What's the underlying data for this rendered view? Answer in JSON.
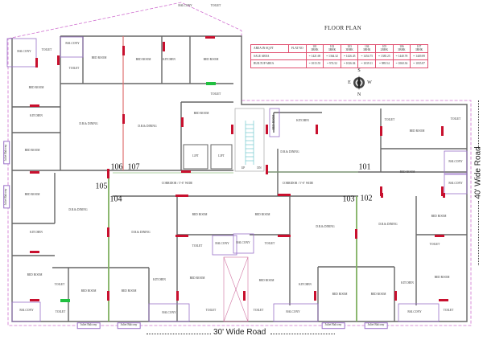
{
  "title": "FLOOR PLAN",
  "area_table": {
    "header_label": "AREA IN SQ.FT",
    "flat_no_label": "FLAT NO",
    "flats": [
      {
        "no": "101",
        "type": "3BHK"
      },
      {
        "no": "102",
        "type": "3BHK"
      },
      {
        "no": "103",
        "type": "3BHK"
      },
      {
        "no": "104",
        "type": "3BHK"
      },
      {
        "no": "105",
        "type": "2BHK"
      },
      {
        "no": "106",
        "type": "3BHK"
      },
      {
        "no": "107",
        "type": "3BHK"
      }
    ],
    "rows": [
      {
        "label": "SALE AREA",
        "values": [
          "= 1421.69",
          "= 1364.32",
          "= 1426.45",
          "= 1454.75",
          "= 1385.25",
          "= 1440.78",
          "= 1449.89"
        ]
      },
      {
        "label": "BUILTUP AREA",
        "values": [
          "= 1015.55",
          "= 974.52",
          "= 1026.04",
          "= 1039.11",
          "= 989.54",
          "= 1060.36",
          "= 1035.87"
        ]
      }
    ]
  },
  "compass": {
    "top": "S",
    "bottom": "N",
    "left": "E",
    "right": "W"
  },
  "flat_numbers": [
    "106",
    "107",
    "105",
    "104",
    "101",
    "103",
    "102"
  ],
  "corridors": [
    "CORRIDOR / 5'-6\" WIDE",
    "CORRIDOR / 5'-6\" WIDE"
  ],
  "roads": {
    "bottom": "30' Wide Road",
    "right": "40' Wide Road"
  },
  "rooms": [
    "BALCONY",
    "TOILET",
    "BALCONY",
    "TOILET",
    "BED ROOM",
    "BED ROOM",
    "KITCHEN",
    "BED ROOM",
    "BED ROOM",
    "TOILET",
    "KITCHEN",
    "D.R.& DINING",
    "D.R.& DINING",
    "BED ROOM",
    "BED ROOM",
    "LIFT",
    "LIFT",
    "BALCONY",
    "TOILET",
    "BED ROOM",
    "D.R.& DINING",
    "KITCHEN",
    "BED ROOM",
    "TOILET",
    "BED ROOM",
    "BED ROOM",
    "D.R.& DINING",
    "BED ROOM",
    "TOILET",
    "BALCONY",
    "BED ROOM",
    "KITCHEN",
    "BALCONY",
    "TOILET",
    "BALCONY",
    "TOILET",
    "KITCHEN",
    "BED ROOM",
    "D.R.& DINING",
    "TOILET",
    "BED ROOM",
    "TOILET",
    "BED ROOM",
    "BALCONY",
    "BALCONY",
    "BED ROOM",
    "D.R.& DINING",
    "BALCONY",
    "TOILET",
    "BED ROOM",
    "KITCHEN",
    "BED ROOM",
    "TOILET",
    "BALCONY",
    "D.R.& DINING",
    "BED ROOM",
    "TOILET",
    "BED ROOM",
    "KITCHEN",
    "BED ROOM",
    "BALCONY",
    "TOILET"
  ],
  "juliet_balconies": [
    "Juliet Balcony",
    "Juliet Balcony",
    "Juliet Balcony",
    "Juliet Balcony",
    "Juliet Balcony",
    "Juliet Balcony"
  ],
  "stair_labels": [
    "UP",
    "DN"
  ]
}
